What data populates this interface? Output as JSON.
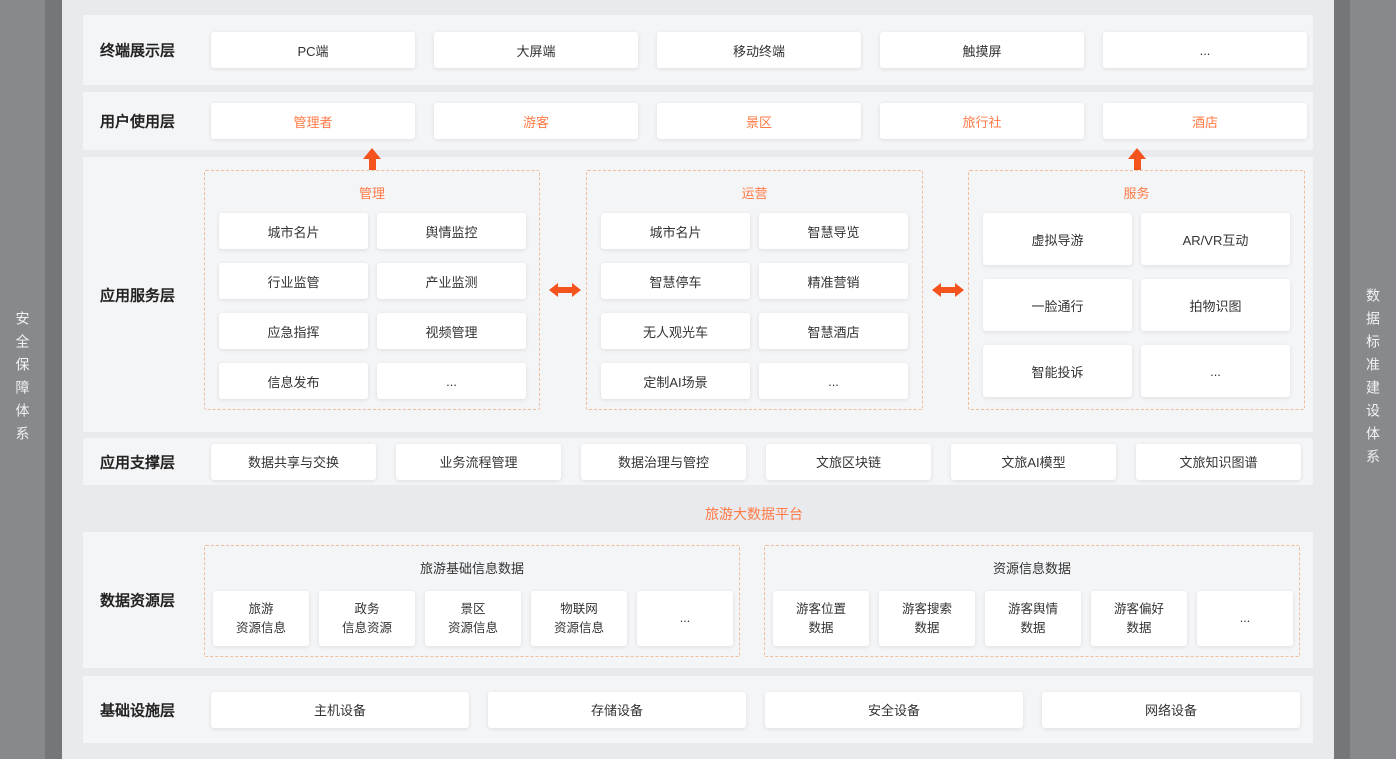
{
  "sidebar_left": {
    "text": "安全保障体系"
  },
  "sidebar_right": {
    "text": "数据标准建设体系"
  },
  "layers": {
    "terminal": {
      "label": "终端展示层",
      "items": [
        "PC端",
        "大屏端",
        "移动终端",
        "触摸屏",
        "..."
      ]
    },
    "user": {
      "label": "用户使用层",
      "items": [
        "管理者",
        "游客",
        "景区",
        "旅行社",
        "酒店"
      ]
    },
    "app_service": {
      "label": "应用服务层",
      "groups": [
        {
          "title": "管理",
          "items": [
            "城市名片",
            "舆情监控",
            "行业监管",
            "产业监测",
            "应急指挥",
            "视频管理",
            "信息发布",
            "..."
          ]
        },
        {
          "title": "运营",
          "items": [
            "城市名片",
            "智慧导览",
            "智慧停车",
            "精准营销",
            "无人观光车",
            "智慧酒店",
            "定制AI场景",
            "..."
          ]
        },
        {
          "title": "服务",
          "items": [
            "虚拟导游",
            "AR/VR互动",
            "一脸通行",
            "拍物识图",
            "智能投诉",
            "..."
          ]
        }
      ]
    },
    "app_support": {
      "label": "应用支撑层",
      "items": [
        "数据共享与交换",
        "业务流程管理",
        "数据治理与管控",
        "文旅区块链",
        "文旅AI模型",
        "文旅知识图谱"
      ]
    },
    "platform": {
      "label": "旅游大数据平台"
    },
    "data_resource": {
      "label": "数据资源层",
      "groups": [
        {
          "title": "旅游基础信息数据",
          "items": [
            "旅游\n资源信息",
            "政务\n信息资源",
            "景区\n资源信息",
            "物联网\n资源信息",
            "..."
          ]
        },
        {
          "title": "资源信息数据",
          "items": [
            "游客位置\n数据",
            "游客搜索\n数据",
            "游客舆情\n数据",
            "游客偏好\n数据",
            "..."
          ]
        }
      ]
    },
    "infrastructure": {
      "label": "基础设施层",
      "items": [
        "主机设备",
        "存储设备",
        "安全设备",
        "网络设备"
      ]
    }
  },
  "colors": {
    "accent_orange": "#ff7a45",
    "arrow_orange": "#f5531d",
    "dashed_border": "#f0bd9b"
  }
}
